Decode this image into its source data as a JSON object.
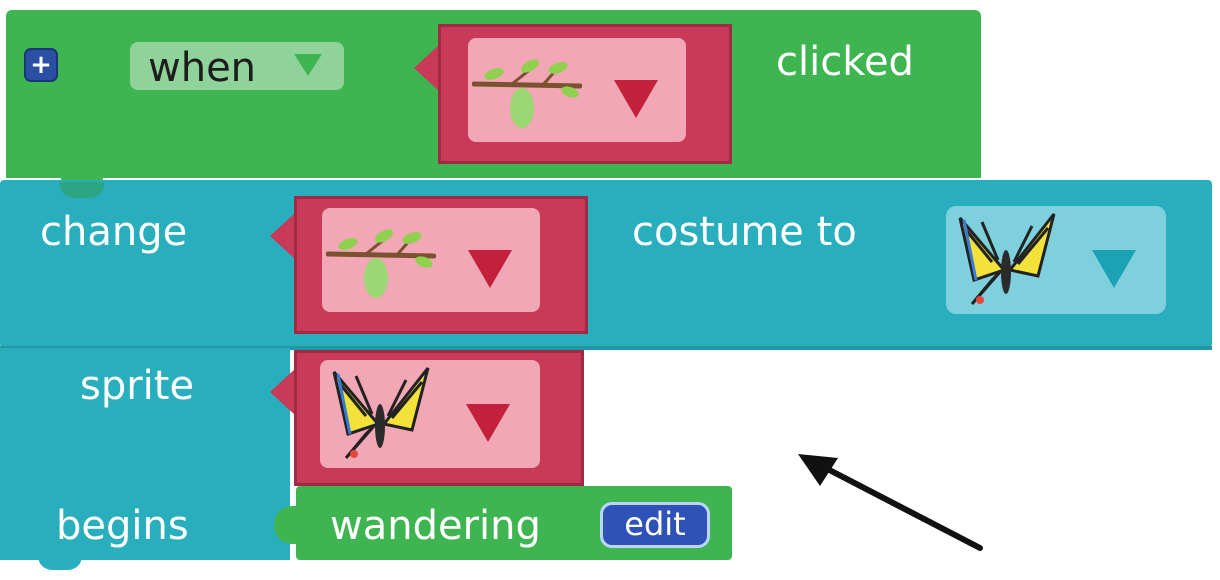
{
  "event_block": {
    "add_button": "+",
    "event_dropdown": "when",
    "clicked_label": "clicked",
    "sprite_icon": "chrysalis-branch-icon"
  },
  "change_block": {
    "change_label": "change",
    "costume_label": "costume to",
    "sprite_icon": "chrysalis-branch-icon",
    "costume_icon": "butterfly-icon"
  },
  "begins_block": {
    "sprite_label": "sprite",
    "begins_label": "begins",
    "sprite_icon": "butterfly-icon",
    "behavior_label": "wandering",
    "edit_label": "edit"
  },
  "colors": {
    "event_green": "#3fb551",
    "action_teal": "#28aebd",
    "sprite_red": "#c83a57",
    "edit_blue": "#2e52b8"
  }
}
